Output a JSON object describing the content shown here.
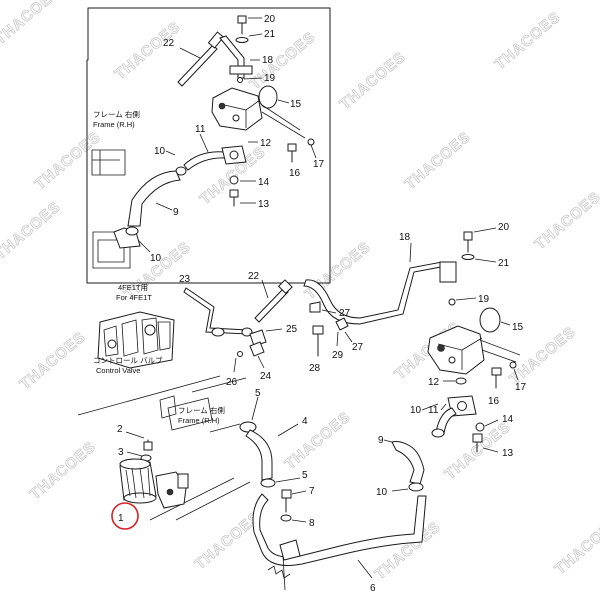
{
  "watermark": "THACOES",
  "colors": {
    "line": "#1a1a1a",
    "highlight": "#d22424",
    "watermark": "#c9c9c9"
  },
  "inset": {
    "frame_label_jp": "フレーム 右側",
    "frame_label_en": "Frame (R.H)",
    "callouts": [
      "20",
      "21",
      "18",
      "22",
      "19",
      "15",
      "11",
      "12",
      "10",
      "17",
      "16",
      "14",
      "9",
      "13",
      "10"
    ]
  },
  "main": {
    "engine_label_jp": "4FE1T用",
    "engine_label_en": "For 4FE1T",
    "control_valve_label_jp": "コントロール バルブ",
    "control_valve_label_en": "Control Valve",
    "frame_label_jp": "フレーム 右側",
    "frame_label_en": "Frame (R.H)",
    "callouts": [
      "20",
      "18",
      "21",
      "23",
      "22",
      "19",
      "15",
      "27",
      "25",
      "29",
      "27",
      "28",
      "24",
      "26",
      "12",
      "16",
      "17",
      "10",
      "11",
      "14",
      "5",
      "4",
      "2",
      "3",
      "9",
      "13",
      "5",
      "7",
      "10",
      "8",
      "1",
      "6"
    ],
    "highlighted_part": "1"
  }
}
